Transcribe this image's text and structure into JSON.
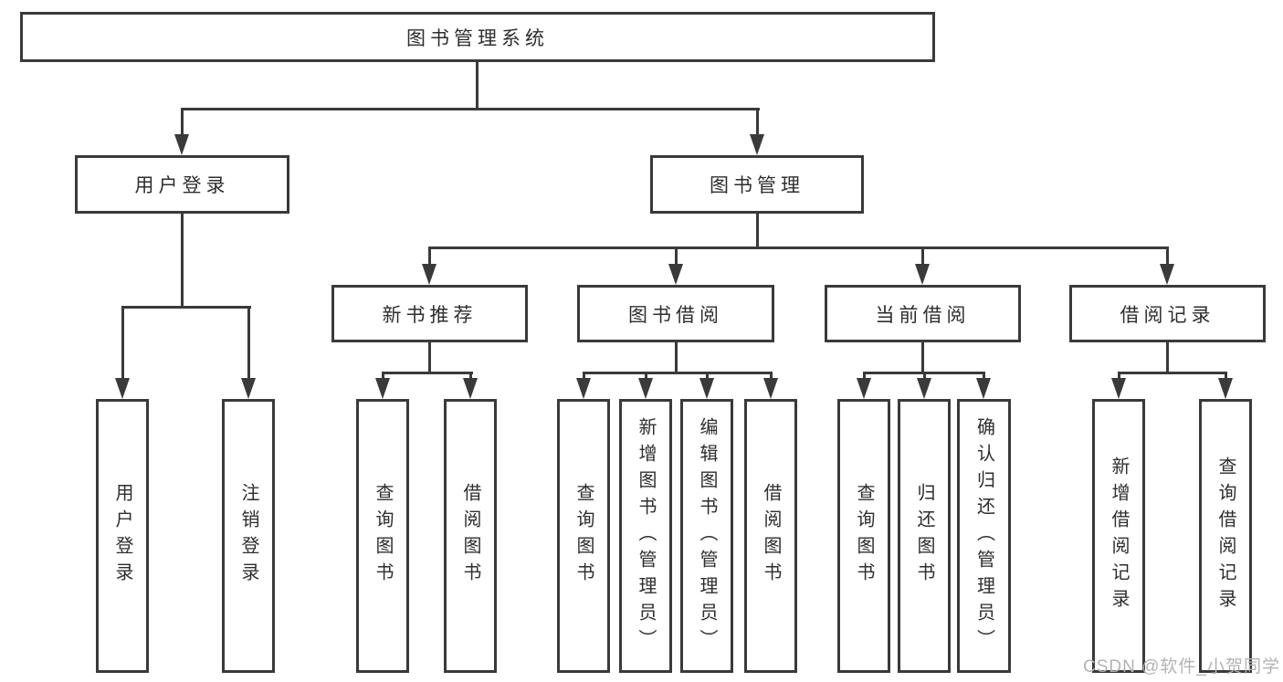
{
  "nodes": {
    "root": {
      "label": "图书管理系统"
    },
    "user_login": {
      "label": "用户登录"
    },
    "book_mgmt": {
      "label": "图书管理"
    },
    "new_book_rec": {
      "label": "新书推荐"
    },
    "book_borrow": {
      "label": "图书借阅"
    },
    "current_borrow": {
      "label": "当前借阅"
    },
    "borrow_record": {
      "label": "借阅记录"
    },
    "leaf_user_login": {
      "label": "用户登录"
    },
    "leaf_logout": {
      "label": "注销登录"
    },
    "leaf_rec_query_book": {
      "label": "查询图书"
    },
    "leaf_rec_borrow_book": {
      "label": "借阅图书"
    },
    "leaf_bb_query_book": {
      "label": "查询图书"
    },
    "leaf_bb_add_book": {
      "label": "新增图书（管理员）"
    },
    "leaf_bb_edit_book": {
      "label": "编辑图书（管理员）"
    },
    "leaf_bb_borrow_book": {
      "label": "借阅图书"
    },
    "leaf_cb_query_book": {
      "label": "查询图书"
    },
    "leaf_cb_return_book": {
      "label": "归还图书"
    },
    "leaf_cb_confirm_return": {
      "label": "确认归还（管理员）"
    },
    "leaf_br_add_record": {
      "label": "新增借阅记录"
    },
    "leaf_br_query_record": {
      "label": "查询借阅记录"
    }
  },
  "watermark": {
    "text": "CSDN @软件_小贺同学"
  },
  "colors": {
    "line": "#3a3a3a",
    "text": "#2e2e2e",
    "background": "#ffffff",
    "watermark": "#b3b3b3"
  }
}
